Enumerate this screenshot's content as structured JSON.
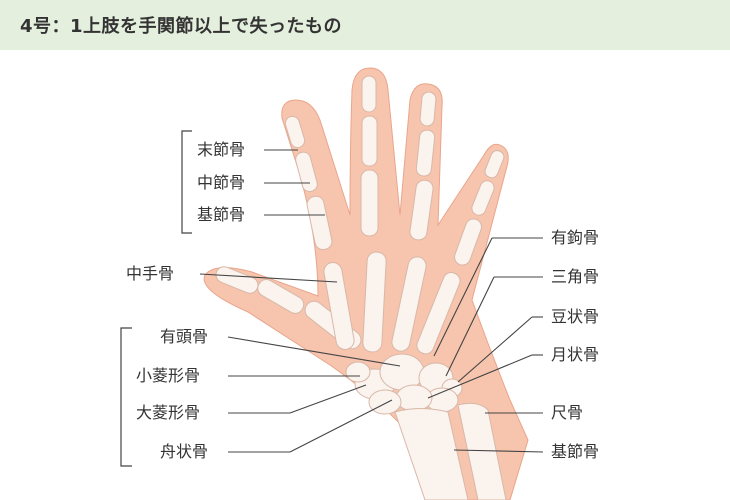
{
  "header": {
    "title": "4号：1上肢を手関節以上で失ったもの"
  },
  "labels": {
    "distal_phalanx": "末節骨",
    "middle_phalanx": "中節骨",
    "proximal_phalanx": "基節骨",
    "metacarpal": "中手骨",
    "capitate": "有頭骨",
    "trapezoid": "小菱形骨",
    "trapezium": "大菱形骨",
    "scaphoid": "舟状骨",
    "hamate": "有鉤骨",
    "triquetrum": "三角骨",
    "pisiform": "豆状骨",
    "lunate": "月状骨",
    "ulna": "尺骨",
    "radius": "基節骨"
  },
  "colors": {
    "header_bg": "#e4efdd",
    "skin": "#f7c4ae",
    "skin_outline": "#e9a58c",
    "bone": "#fbf3ee",
    "bone_outline": "#d8b8a8",
    "leader_line": "#444444"
  }
}
